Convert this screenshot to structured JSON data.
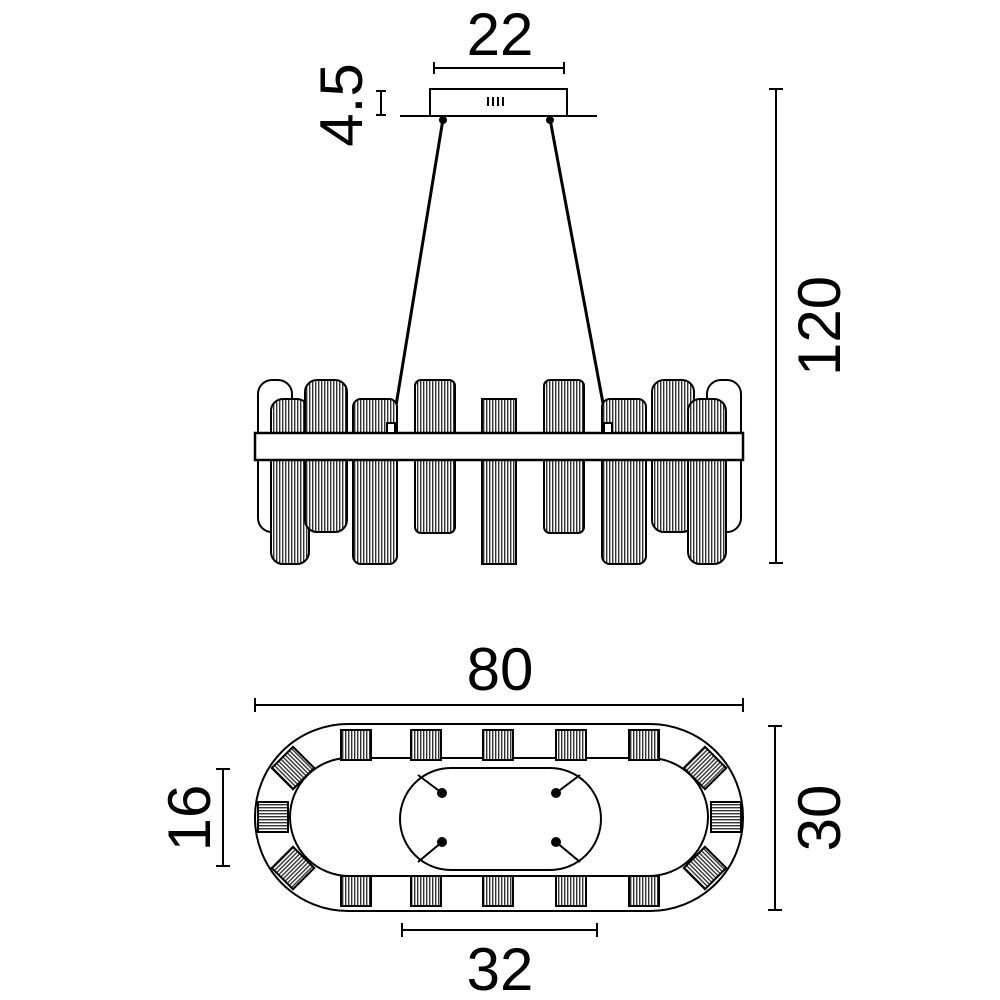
{
  "dimensions": {
    "canopy_width": "22",
    "canopy_height": "4.5",
    "total_height": "120",
    "total_length": "80",
    "total_width": "30",
    "inner_width": "16",
    "inner_length": "32"
  },
  "colors": {
    "line": "#000000",
    "fill": "#ffffff",
    "hatch_dark": "#444444"
  }
}
